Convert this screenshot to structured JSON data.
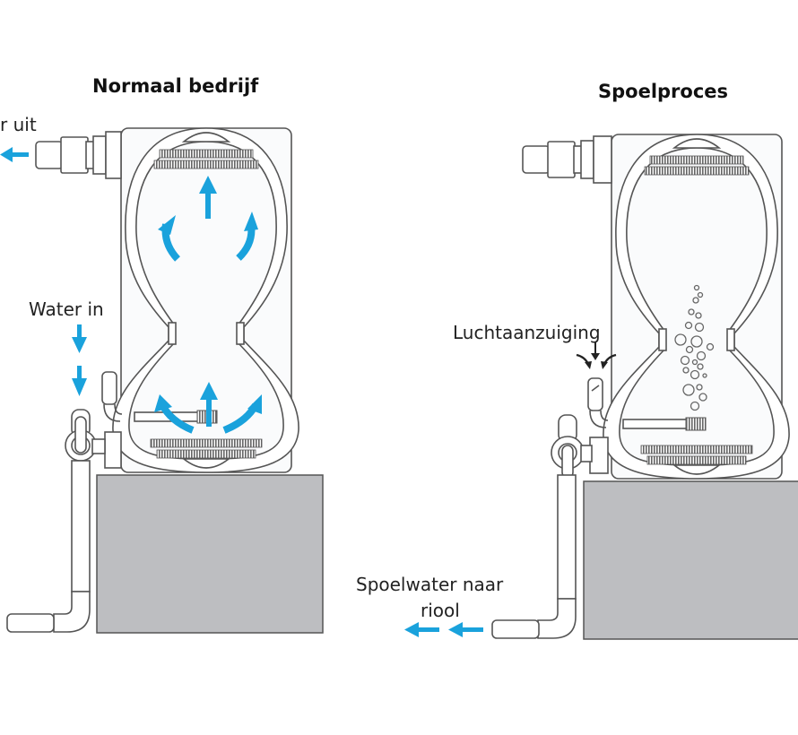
{
  "panels": {
    "normal": {
      "title": "Normaal bedrijf",
      "labels": {
        "water_out": "r uit",
        "water_in": "Water in"
      }
    },
    "flush": {
      "title": "Spoelproces",
      "labels": {
        "air_intake": "Luchtaanzuiging",
        "flush_water_line1": "Spoelwater naar",
        "flush_water_line2": "riool"
      }
    }
  },
  "colors": {
    "flow_arrow": "#1aa2dc",
    "base_block": "#bdbec1",
    "outline": "#555555"
  },
  "icons": {
    "flow": "arrow-icon",
    "air": "air-arrow-icon",
    "bubbles": "bubble-icon"
  }
}
